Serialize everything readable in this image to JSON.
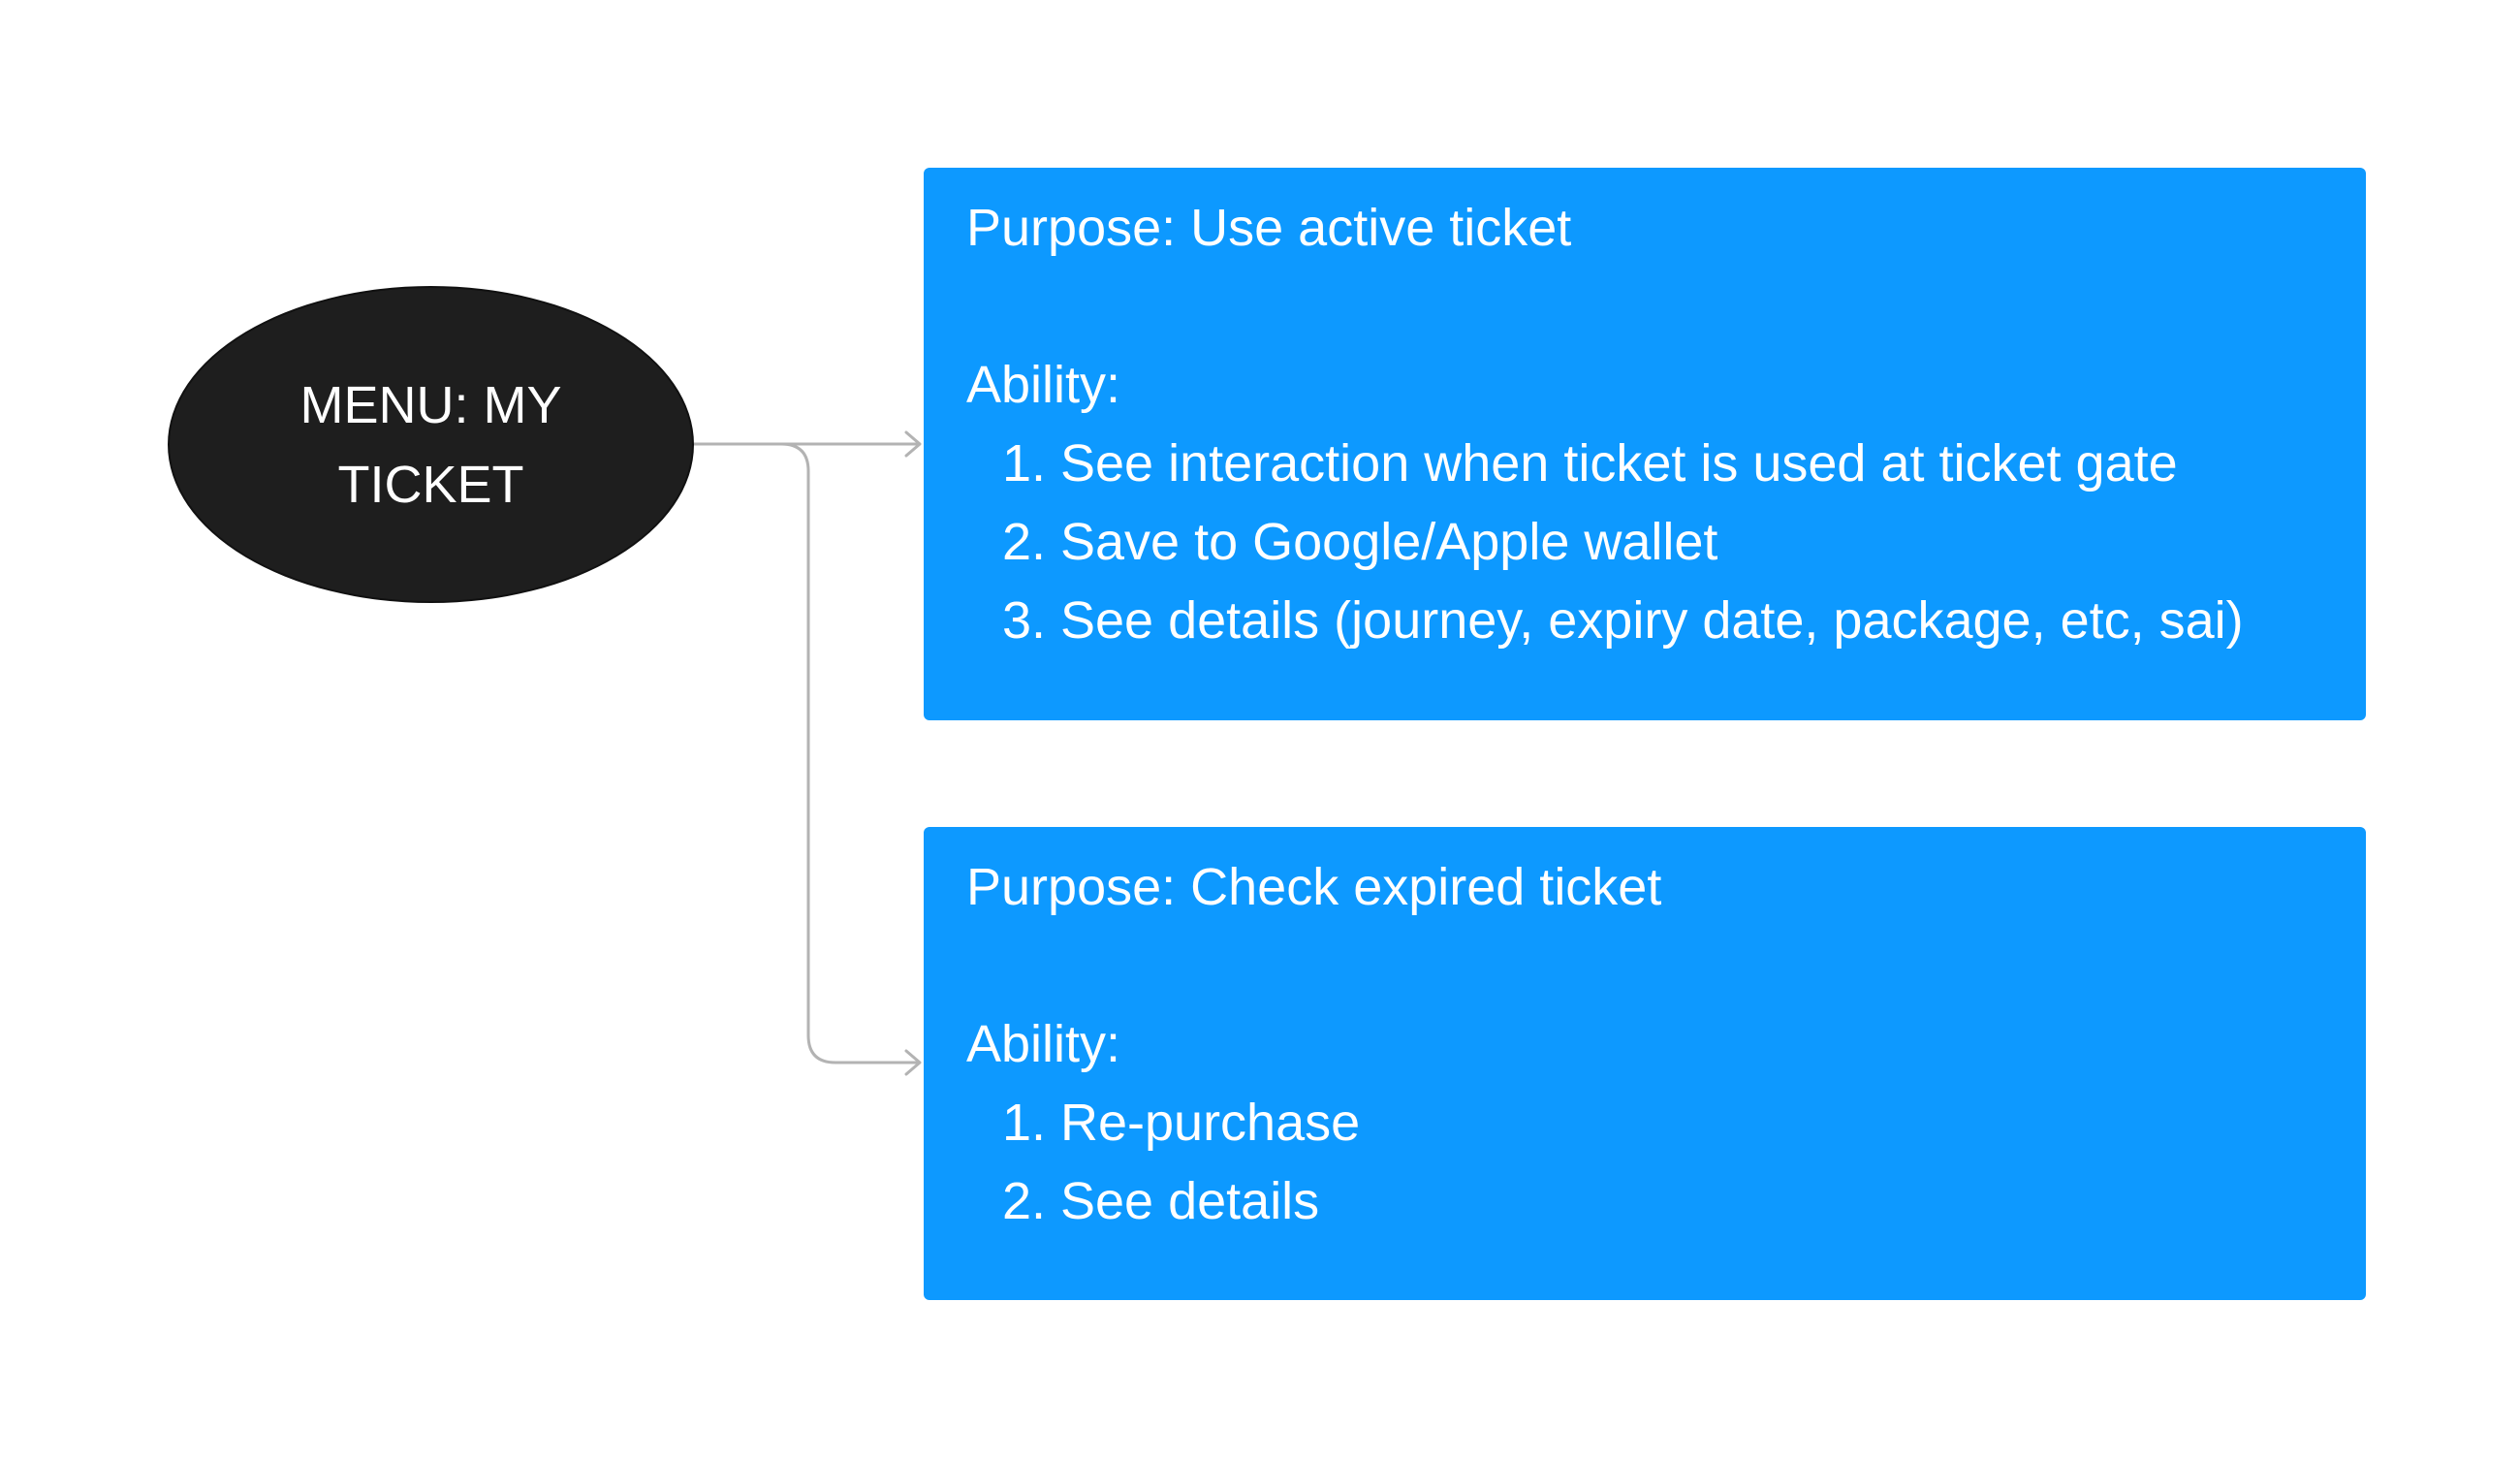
{
  "menu": {
    "label": "MENU: MY TICKET"
  },
  "cards": [
    {
      "purpose": "Purpose: Use active ticket",
      "ability_heading": "Ability:",
      "items": [
        {
          "num": "1.",
          "text": "See interaction when ticket is used at ticket gate"
        },
        {
          "num": "2.",
          "text": "Save to Google/Apple wallet"
        },
        {
          "num": "3.",
          "text": "See details (journey, expiry date, package, etc, sai)"
        }
      ]
    },
    {
      "purpose": "Purpose: Check expired ticket",
      "ability_heading": "Ability:",
      "items": [
        {
          "num": "1.",
          "text": "Re-purchase"
        },
        {
          "num": "2.",
          "text": "See details"
        }
      ]
    }
  ],
  "colors": {
    "menu_fill": "#1e1e1e",
    "card_fill": "#0d99ff",
    "connector": "#b3b3b3",
    "text_light": "#ffffff"
  }
}
